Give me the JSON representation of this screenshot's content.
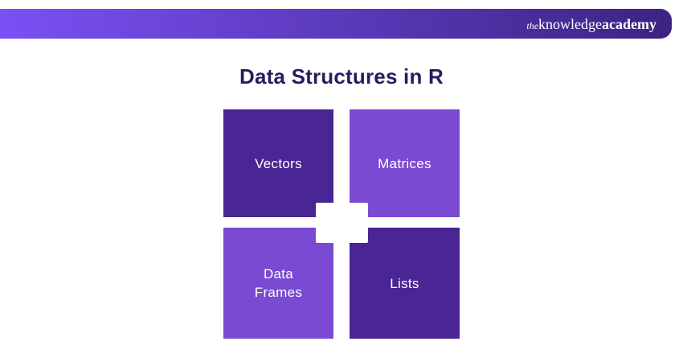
{
  "header": {
    "logo": {
      "part_the": "the",
      "part_knowledge": "knowledge",
      "part_academy": "academy"
    }
  },
  "title": "Data Structures in R",
  "boxes": [
    {
      "label": "Vectors",
      "tone": "dark",
      "color": "#4a2594",
      "position": "top-left"
    },
    {
      "label": "Matrices",
      "tone": "light",
      "color": "#7a4ad2",
      "position": "top-right"
    },
    {
      "label": "Data Frames",
      "tone": "light",
      "color": "#7a4ad2",
      "position": "bottom-left"
    },
    {
      "label": "Lists",
      "tone": "dark",
      "color": "#4a2594",
      "position": "bottom-right"
    }
  ],
  "colors": {
    "header_gradient_left": "#7c50f5",
    "header_gradient_right": "#3b2482",
    "title_text": "#2b1b5e",
    "box_label_text": "#ffffff",
    "page_background": "#ffffff",
    "center_square": "#ffffff"
  }
}
